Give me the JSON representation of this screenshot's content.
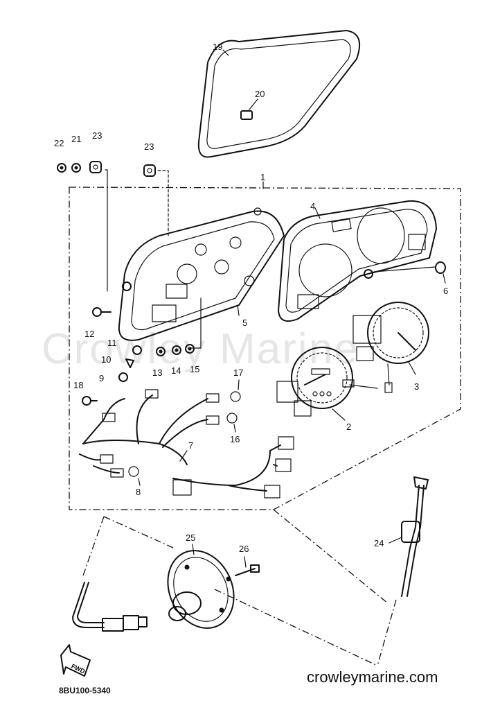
{
  "watermark": "Crowley Marine",
  "site": "crowleymarine.com",
  "diagram_code": "8BU100-5340",
  "fwd_label": "FWD",
  "callouts": {
    "c1": "1",
    "c2": "2",
    "c3": "3",
    "c4": "4",
    "c5": "5",
    "c6": "6",
    "c7": "7",
    "c8": "8",
    "c9": "9",
    "c10": "10",
    "c11": "11",
    "c12": "12",
    "c13": "13",
    "c14": "14",
    "c15": "15",
    "c16": "16",
    "c17": "17",
    "c18": "18",
    "c19": "19",
    "c20": "20",
    "c21": "21",
    "c22": "22",
    "c23a": "23",
    "c23b": "23",
    "c24": "24",
    "c25": "25",
    "c26": "26"
  }
}
